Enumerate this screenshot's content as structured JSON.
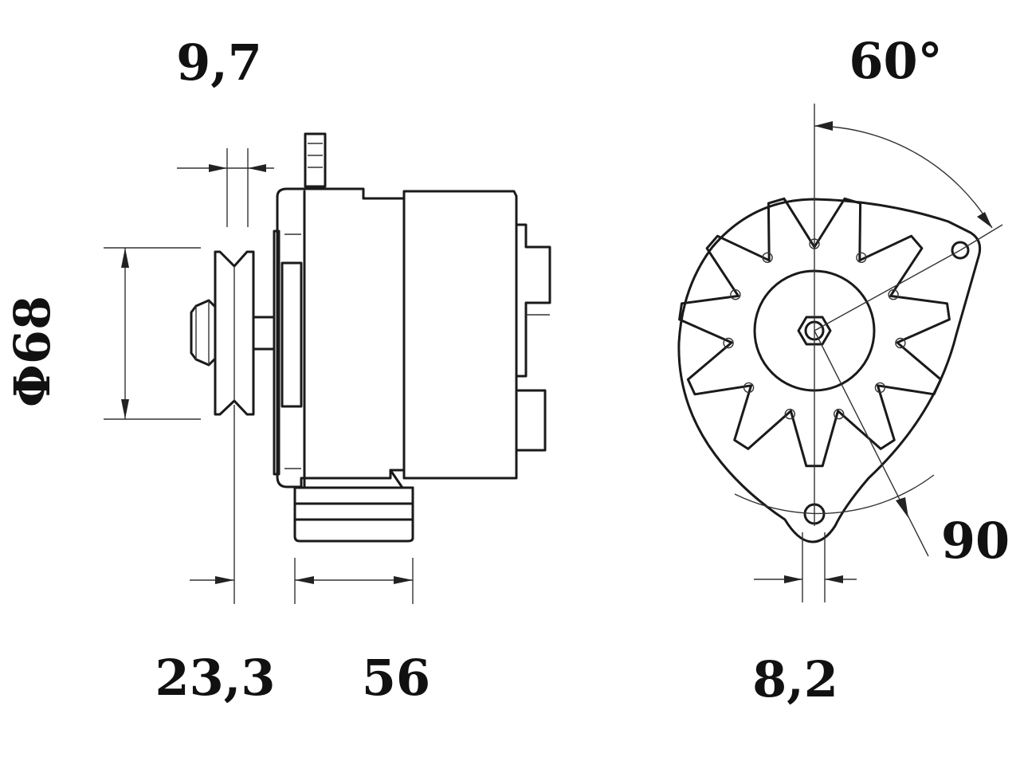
{
  "dimensions": {
    "top_width": "9,7",
    "pulley_diameter": "Φ68",
    "pulley_offset": "23,3",
    "mount_depth": "56",
    "mount_angle": "60°",
    "mount_radius": "90",
    "hole_diameter": "8,2"
  },
  "colors": {
    "line": "#1a1a1a",
    "dimension": "#333333",
    "background": "#ffffff"
  }
}
